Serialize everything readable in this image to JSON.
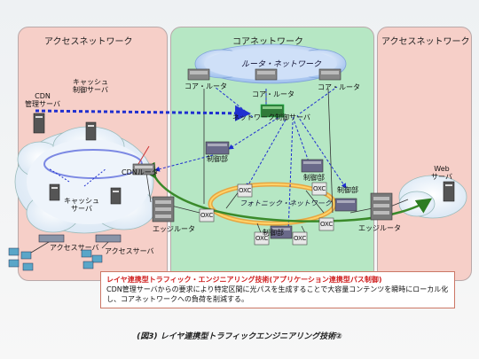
{
  "panels": {
    "left_title": "アクセスネットワーク",
    "center_title": "コアネットワーク",
    "right_title": "アクセスネットワーク"
  },
  "router_network": {
    "label": "ルータ・ネットワーク"
  },
  "photonic_network": {
    "label": "フォトニック・ネットワーク"
  },
  "labels": {
    "core_router": "コア・ルータ",
    "network_control_server": "ネットワーク制御サーバ",
    "control_unit": "制御部",
    "oxc": "OXC",
    "edge_router": "エッジルータ",
    "cdn_router": "CDNルータ",
    "cdn_server_line1": "CDN",
    "cdn_server_line2": "管理サーバ",
    "cache_control_line1": "キャッシュ",
    "cache_control_line2": "制御サーバ",
    "cache_server_line1": "キャッシュ",
    "cache_server_line2": "サーバ",
    "access_server": "アクセスサーバ",
    "web_server_line1": "Web",
    "web_server_line2": "サーバ"
  },
  "callout": {
    "title": "レイヤ連携型トラフィック・エンジニアリング技術(アプリケーション連携型パス制御)",
    "body": "CDN管理サーバからの要求により特定区間に光パスを生成することで大容量コンテンツを瞬時にローカル化し、コアネットワークへの負荷を削減する。"
  },
  "caption": "(図3) レイヤ連携型トラフィックエンジニアリング技術②",
  "colors": {
    "access_panel": "#f6cfc8",
    "core_panel": "#b6e7c4",
    "control_path": "#1f2fd0",
    "optical_path": "#3a8a2a",
    "photonic_ring": "#f09a2a",
    "callout_title": "#d02222"
  }
}
